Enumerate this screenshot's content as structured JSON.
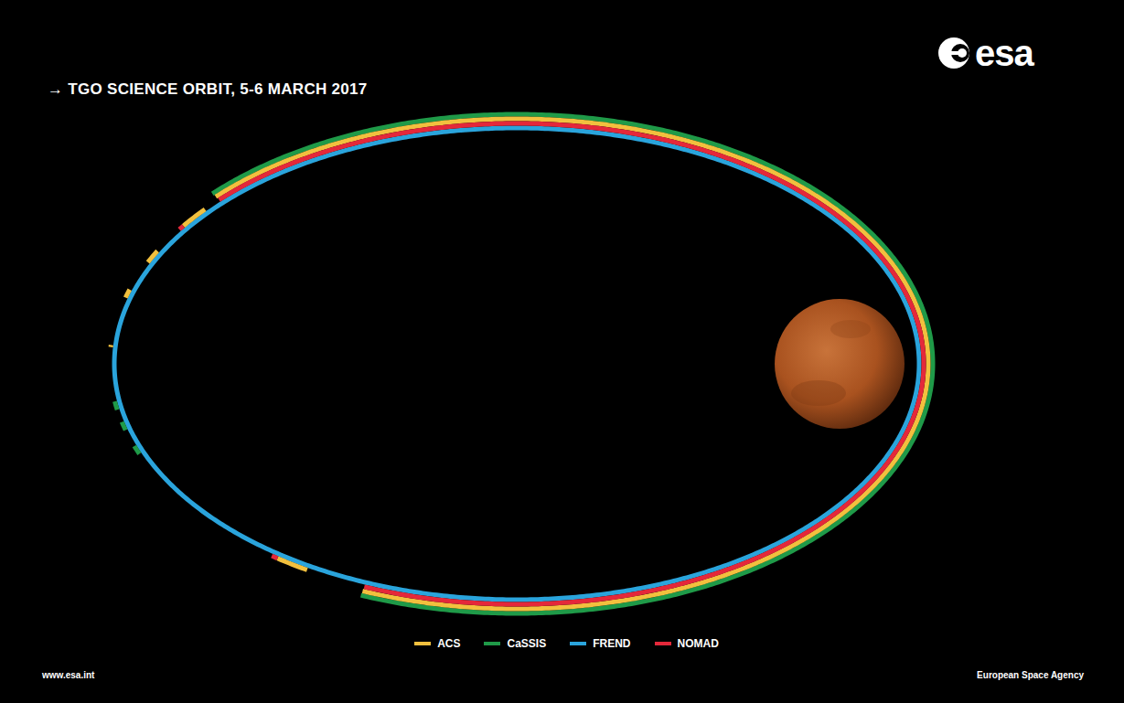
{
  "diagram": {
    "title": "→ TGO SCIENCE ORBIT, 5-6 MARCH 2017",
    "labels": [
      "esa",
      "www.esa.int",
      "European Space Agency"
    ],
    "legend": [
      {
        "text": "ACS",
        "color": "#f2c03e"
      },
      {
        "text": "CaSSIS",
        "color": "#1f9a48"
      },
      {
        "text": "FREND",
        "color": "#2aa4dc"
      },
      {
        "text": "NOMAD",
        "color": "#e4283a"
      }
    ]
  }
}
